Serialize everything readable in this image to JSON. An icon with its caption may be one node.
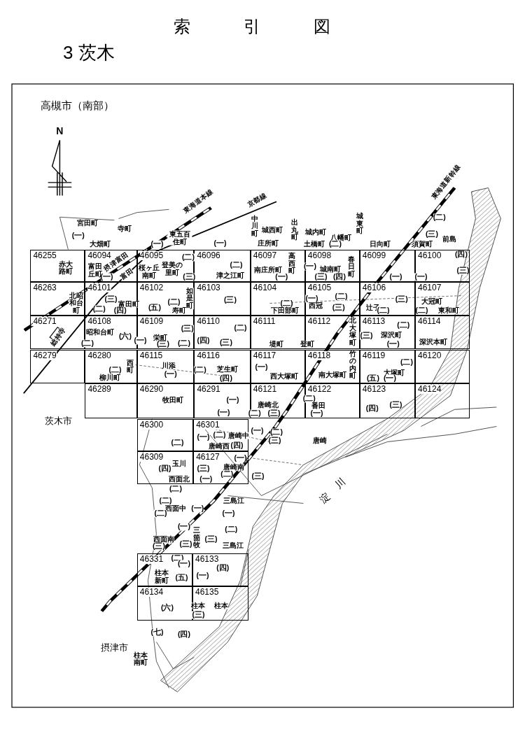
{
  "diagram": {
    "title": "索引図",
    "nodes": [
      {
        "text": [
          "46255"
        ]
      },
      {
        "text": [
          "46094"
        ]
      },
      {
        "text": [
          "46095"
        ]
      },
      {
        "text": [
          "46096"
        ]
      },
      {
        "text": [
          "46097"
        ]
      },
      {
        "text": [
          "46098"
        ]
      },
      {
        "text": [
          "46099"
        ]
      },
      {
        "text": [
          "46100"
        ]
      },
      {
        "text": [
          "46263"
        ]
      },
      {
        "text": [
          "46101"
        ]
      },
      {
        "text": [
          "46102"
        ]
      },
      {
        "text": [
          "46103"
        ]
      },
      {
        "text": [
          "46104"
        ]
      },
      {
        "text": [
          "46105"
        ]
      },
      {
        "text": [
          "46106"
        ]
      },
      {
        "text": [
          "46107"
        ]
      },
      {
        "text": [
          "46271"
        ]
      },
      {
        "text": [
          "46108"
        ]
      },
      {
        "text": [
          "46109"
        ]
      },
      {
        "text": [
          "46110"
        ]
      },
      {
        "text": [
          "46111"
        ]
      },
      {
        "text": [
          "46112"
        ]
      },
      {
        "text": [
          "46113"
        ]
      },
      {
        "text": [
          "46114"
        ]
      },
      {
        "text": [
          "46279"
        ]
      },
      {
        "text": [
          "46280"
        ]
      },
      {
        "text": [
          "46115"
        ]
      },
      {
        "text": [
          "46116"
        ]
      },
      {
        "text": [
          "46117"
        ]
      },
      {
        "text": [
          "46118"
        ]
      },
      {
        "text": [
          "46119"
        ]
      },
      {
        "text": [
          "46120"
        ]
      },
      {
        "text": [
          "46289"
        ]
      },
      {
        "text": [
          "46290"
        ]
      },
      {
        "text": [
          "46291"
        ]
      },
      {
        "text": [
          "46121"
        ]
      },
      {
        "text": [
          "46122"
        ]
      },
      {
        "text": [
          "46123"
        ]
      },
      {
        "text": [
          "46124"
        ]
      },
      {
        "text": [
          "46300"
        ]
      },
      {
        "text": [
          "46301"
        ]
      },
      {
        "text": [
          "46309"
        ]
      },
      {
        "text": [
          "46127"
        ]
      },
      {
        "text": [
          "46331"
        ]
      },
      {
        "text": [
          "46133"
        ]
      },
      {
        "text": [
          "46134"
        ]
      },
      {
        "text": [
          "46135"
        ]
      }
    ],
    "labels": [
      "3 茨木",
      "高槻市（南部）",
      "N",
      "東海道本線",
      "京都線",
      "東海道新幹線",
      "宮田町",
      "寺町",
      "(一)",
      "大畑町",
      "(一)",
      "東五百住町",
      "(一)",
      "中川町",
      "城西町",
      "出丸町",
      "庄所町",
      "城内町",
      "八幡町",
      "城東町",
      "土橋町",
      "(二)",
      "日向町",
      "(二)",
      "(三)",
      "前島",
      "須賀町",
      "(四)",
      "赤大路町",
      "富田丘町",
      "摂津富田",
      "(一)",
      "富田",
      "桜ヶ丘南町",
      "登美の里町",
      "(三)",
      "(二)",
      "(二)",
      "津之江町",
      "南庄所町",
      "高西町",
      "(一)",
      "(一)",
      "城南町",
      "(三)",
      "(四)",
      "春日町",
      "(一)",
      "(一)",
      "(三)",
      "北昭和台町",
      "(三)",
      "富田町",
      "(二)",
      "(四)",
      "(五)",
      "(二)",
      "寿町",
      "如是町",
      "(三)",
      "(二)",
      "下田部町",
      "(一)",
      "(二)",
      "西冠",
      "(三)",
      "辻子",
      "(三)",
      "(二)",
      "大冠町",
      "(二)",
      "東和町",
      "総持寺",
      "昭和台町",
      "(六)",
      "(二)",
      "(三)",
      "(一)",
      "栄町",
      "(三)",
      "(二)",
      "(二)",
      "(四)",
      "(三)",
      "堤町",
      "登町",
      "北大塚町",
      "(二)",
      "(三)",
      "深沢町",
      "(一)",
      "深沢本町",
      "(二)",
      "柳川町",
      "西町",
      "川添",
      "(一)",
      "(二)",
      "芝生町",
      "(四)",
      "(一)",
      "西大塚町",
      "南大塚町",
      "竹の内町",
      "(二)",
      "大塚町",
      "(五)",
      "(一)",
      "牧田町",
      "(一)",
      "(一)",
      "唐崎北",
      "(二)",
      "(三)",
      "(二)",
      "番田",
      "(一)",
      "(四)",
      "(三)",
      "茨木市",
      "(二)",
      "(一)",
      "(二)",
      "唐崎西",
      "唐崎中",
      "(四)",
      "(一)",
      "(二)",
      "(三)",
      "唐崎",
      "玉川",
      "(四)",
      "西面北",
      "(二)",
      "(一)",
      "(三)",
      "唐崎南",
      "(二)",
      "(一)",
      "(三)",
      "淀川",
      "(二)",
      "三島江",
      "西面中",
      "(一)",
      "(二)",
      "(一)",
      "(一)",
      "(二)",
      "西面南",
      "(三)",
      "三箇牧",
      "(三)",
      "(三)",
      "三島江",
      "(二)",
      "(一)",
      "柱本新町",
      "(五)",
      "(四)",
      "(一)",
      "(六)",
      "柱本",
      "柱本",
      "(三)",
      "(七)",
      "(四)",
      "摂津市",
      "柱本南町"
    ]
  }
}
